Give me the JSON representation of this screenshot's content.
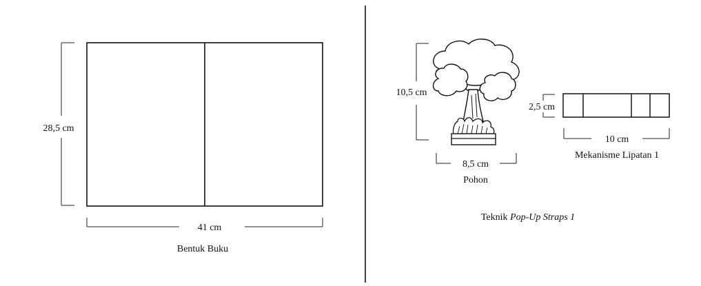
{
  "left_panel": {
    "book_height_label": "28,5 cm",
    "book_width_label": "41 cm",
    "caption": "Bentuk Buku"
  },
  "right_panel": {
    "tree_height_label": "10,5 cm",
    "tree_width_label": "8,5 cm",
    "tree_caption": "Pohon",
    "strap_height_label": "2,5 cm",
    "strap_width_label": "10 cm",
    "strap_caption": "Mekanisme Lipatan 1",
    "technique_prefix": "Teknik ",
    "technique_italic": "Pop-Up Straps 1"
  },
  "colors": {
    "ink": "#111111",
    "background": "#ffffff"
  }
}
